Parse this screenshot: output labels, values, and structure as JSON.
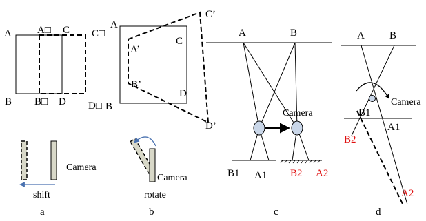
{
  "panels": {
    "a": {
      "caption": "a",
      "corners": {
        "A": "A",
        "A2": "A□",
        "C": "C",
        "C2": "C□",
        "B": "B",
        "B2": "B□",
        "D": "D",
        "D2": "D□"
      },
      "camera_label": "Camera",
      "motion_label": "shift"
    },
    "b": {
      "caption": "b",
      "corners": {
        "A": "A",
        "Ap": "A’",
        "C": "C",
        "Cp": "C’",
        "B": "B",
        "Bp": "B’",
        "D": "D",
        "Dp": "D’"
      },
      "camera_label": "Camera",
      "motion_label": "rotate"
    },
    "c": {
      "caption": "c",
      "top": {
        "A": "A",
        "B": "B"
      },
      "camera_label": "Camera",
      "bottom": {
        "B1": "B1",
        "A1": "A1",
        "B2": "B2",
        "A2": "A2"
      }
    },
    "d": {
      "caption": "d",
      "top": {
        "A": "A",
        "B": "B"
      },
      "camera_label": "Camera",
      "mid": {
        "B1": "B1",
        "A1": "A1"
      },
      "tilted": {
        "B2": "B2",
        "A2": "A2"
      }
    }
  },
  "colors": {
    "line": "#000000",
    "highlight_text": "#e01010",
    "shift_arrow": "#4a72b0",
    "camera_fill": "#c9d6e8",
    "camera_body_fill": "#d8d8c8"
  }
}
